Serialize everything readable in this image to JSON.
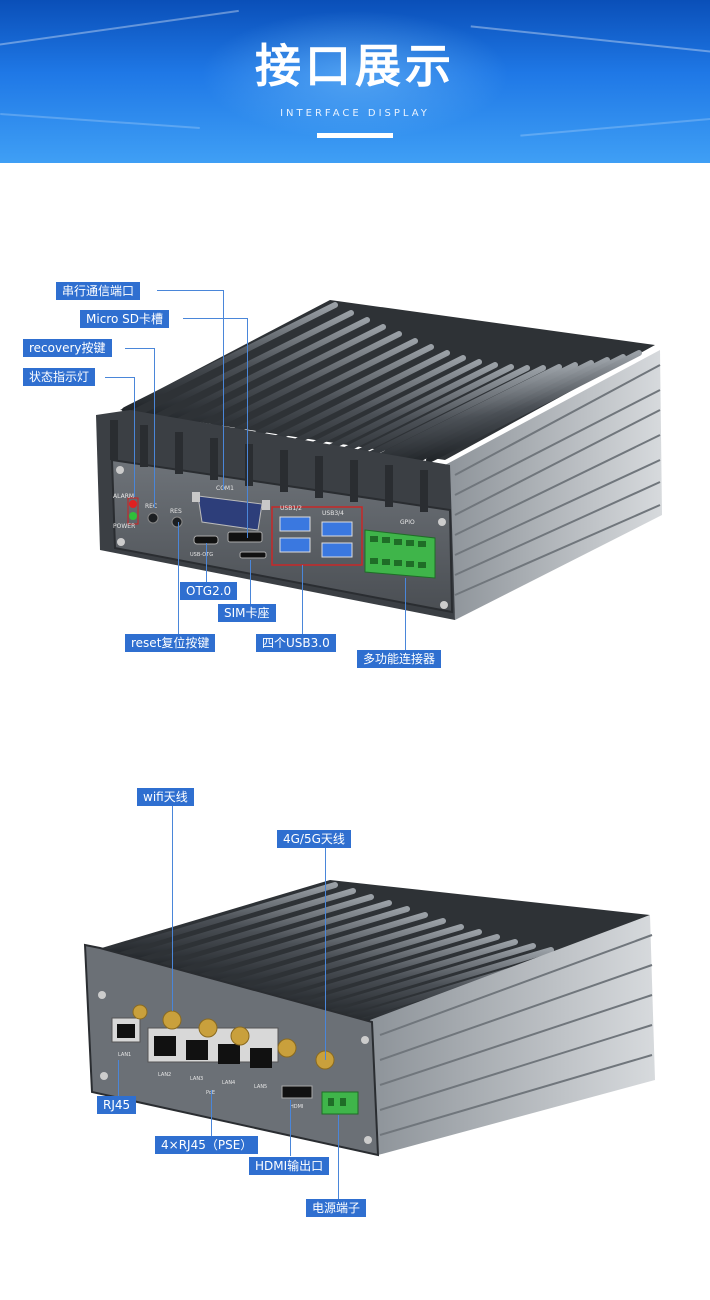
{
  "header": {
    "title": "接口展示",
    "subtitle": "INTERFACE DISPLAY"
  },
  "front_panel": {
    "callouts": {
      "serial": "串行通信端口",
      "micro_sd": "Micro SD卡槽",
      "recovery": "recovery按键",
      "status_led": "状态指示灯",
      "otg": "OTG2.0",
      "sim": "SIM卡座",
      "reset": "reset复位按键",
      "usb": "四个USB3.0",
      "multi": "多功能连接器"
    },
    "printed": {
      "alarm": "ALARM",
      "power": "POWER",
      "rec": "REC",
      "res": "RES",
      "com1": "COM1",
      "usb12": "USB1/2",
      "usb34": "USB3/4",
      "gpio": "GPIO",
      "usb_otg": "USB-OTG"
    }
  },
  "rear_panel": {
    "callouts": {
      "wifi": "wifi天线",
      "cellular": "4G/5G天线",
      "rj45": "RJ45",
      "rj45_pse": "4×RJ45（PSE）",
      "hdmi": "HDMI输出口",
      "power": "电源端子"
    },
    "printed": {
      "lan1": "LAN1",
      "lan2": "LAN2",
      "lan3": "LAN3",
      "lan4": "LAN4",
      "lan5": "LAN5",
      "hdmi": "HDMI",
      "poe": "PoE"
    }
  },
  "colors": {
    "banner_dark": "#0a4fb8",
    "banner_light": "#3f9ff5",
    "label_bg": "#2f6fd0",
    "lead_line": "#4a86d9",
    "connector_green": "#3fb54a",
    "antenna_gold": "#c9a03c",
    "led_red": "#e02020",
    "led_green": "#2fbf3a"
  }
}
